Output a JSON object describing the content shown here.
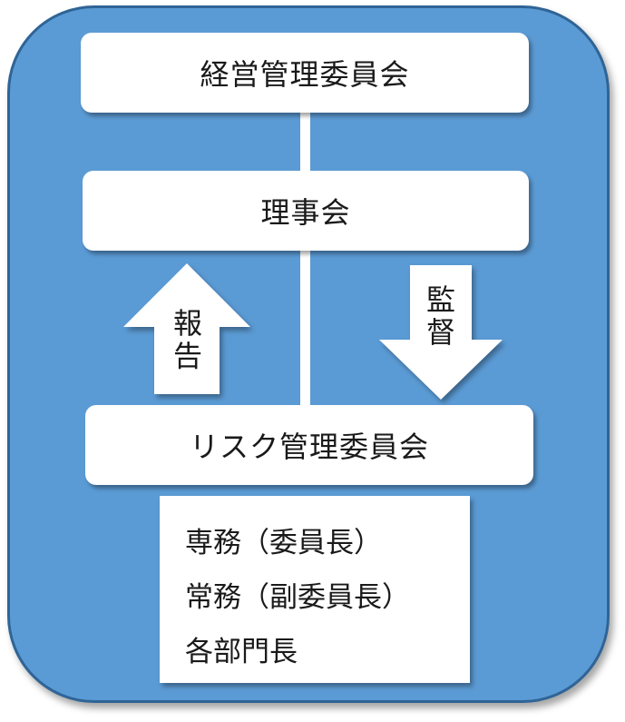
{
  "diagram": {
    "top_box": "経営管理委員会",
    "middle_box": "理事会",
    "bottom_box": "リスク管理委員会",
    "arrow_up": {
      "chars": [
        "報",
        "告"
      ]
    },
    "arrow_down": {
      "chars": [
        "監",
        "督"
      ]
    },
    "members": [
      "専務（委員長）",
      "常務（副委員長）",
      "各部門長"
    ]
  },
  "colors": {
    "panel_fill": "#5b9bd5",
    "panel_border": "#2f6496",
    "box_fill": "#ffffff"
  }
}
